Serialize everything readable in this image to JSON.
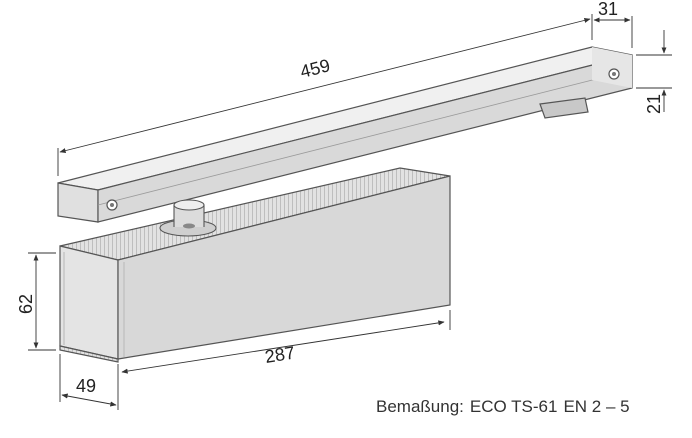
{
  "dimensions": {
    "rail_length": "459",
    "rail_depth": "31",
    "rail_height": "21",
    "body_length": "287",
    "body_height": "62",
    "body_depth": "49"
  },
  "caption": {
    "prefix": "Bemaßung:",
    "product": "ECO TS-61",
    "standard": "EN 2 – 5"
  },
  "colors": {
    "metal_light": "#ececec",
    "metal_mid": "#d6d6d6",
    "metal_dark": "#b9b9b9",
    "outline": "#555555",
    "dimension_line": "#333333"
  }
}
